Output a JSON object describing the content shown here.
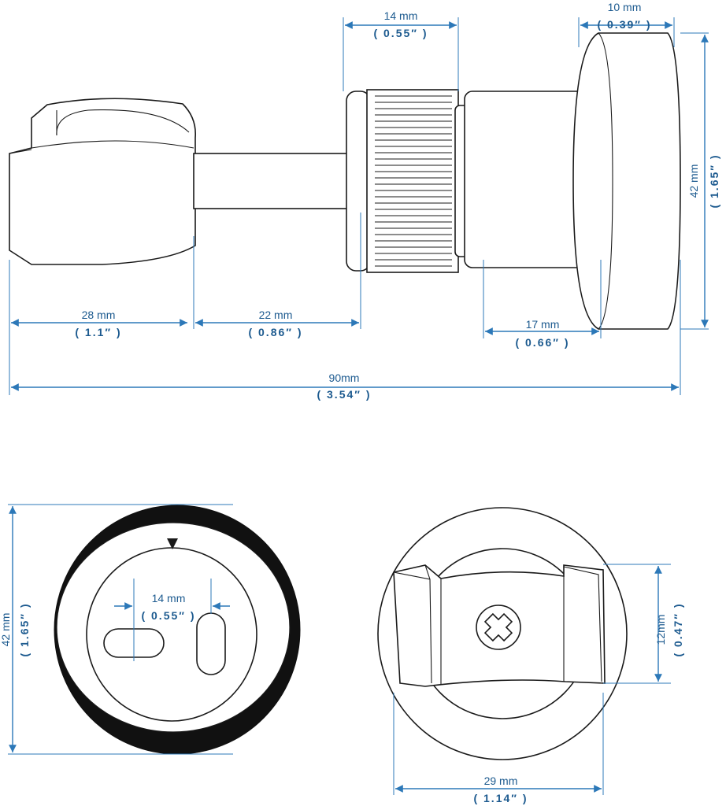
{
  "side_view": {
    "dim_clip_width": {
      "metric": "28 mm",
      "imperial": "( 1.1″ )"
    },
    "dim_arm_length": {
      "metric": "22 mm",
      "imperial": "( 0.86″ )"
    },
    "dim_nut_width": {
      "metric": "14 mm",
      "imperial": "( 0.55″ )"
    },
    "dim_plate_thickness": {
      "metric": "10 mm",
      "imperial": "( 0.39″ )"
    },
    "dim_body_depth": {
      "metric": "17 mm",
      "imperial": "( 0.66″ )"
    },
    "dim_plate_height": {
      "metric": "42 mm",
      "imperial": "( 1.65″ )"
    },
    "dim_total_length": {
      "metric": "90mm",
      "imperial": "( 3.54″ )"
    }
  },
  "back_view": {
    "dim_diameter": {
      "metric": "42 mm",
      "imperial": "( 1.65″ )"
    },
    "dim_hole_spacing": {
      "metric": "14 mm",
      "imperial": "( 0.55″ )"
    }
  },
  "front_view": {
    "dim_clip_opening": {
      "metric": "12mm",
      "imperial": "( 0.47″ )"
    },
    "dim_width": {
      "metric": "29 mm",
      "imperial": "( 1.14″ )"
    }
  }
}
